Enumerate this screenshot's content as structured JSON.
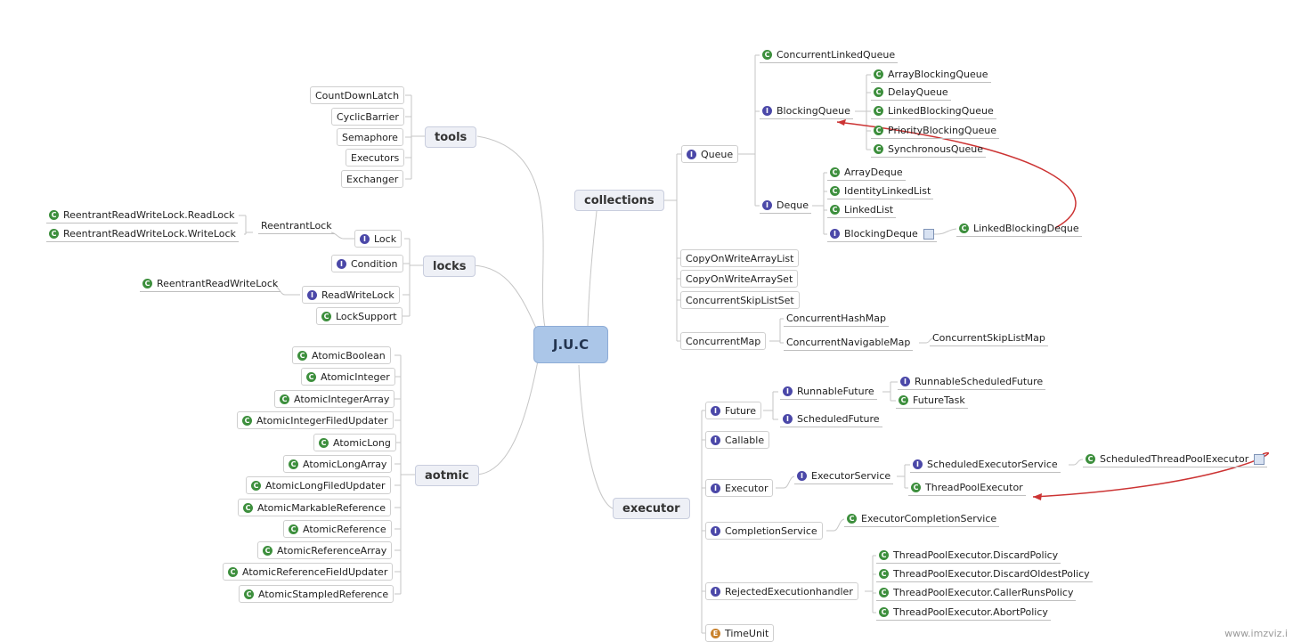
{
  "root": {
    "label": "J.U.C"
  },
  "tools": {
    "label": "tools",
    "items": [
      "CountDownLatch",
      "CyclicBarrier",
      "Semaphore",
      "Executors",
      "Exchanger"
    ]
  },
  "locks": {
    "label": "locks",
    "lock": "Lock",
    "reentrant_lock": "ReentrantLock",
    "read_lock": "ReentrantReadWriteLock.ReadLock",
    "write_lock": "ReentrantReadWriteLock.WriteLock",
    "condition": "Condition",
    "read_write_lock": "ReadWriteLock",
    "reentrant_read_write_lock": "ReentrantReadWriteLock",
    "lock_support": "LockSupport"
  },
  "atomic": {
    "label": "aotmic",
    "items": [
      "AtomicBoolean",
      "AtomicInteger",
      "AtomicIntegerArray",
      "AtomicIntegerFiledUpdater",
      "AtomicLong",
      "AtomicLongArray",
      "AtomicLongFiledUpdater",
      "AtomicMarkableReference",
      "AtomicReference",
      "AtomicReferenceArray",
      "AtomicReferenceFieldUpdater",
      "AtomicStampledReference"
    ]
  },
  "collections": {
    "label": "collections",
    "queue": "Queue",
    "concurrent_linked_queue": "ConcurrentLinkedQueue",
    "blocking_queue": "BlockingQueue",
    "blocking_queue_items": [
      "ArrayBlockingQueue",
      "DelayQueue",
      "LinkedBlockingQueue",
      "PriorityBlockingQueue",
      "SynchronousQueue"
    ],
    "deque": "Deque",
    "deque_items": [
      "ArrayDeque",
      "IdentityLinkedList",
      "LinkedList"
    ],
    "blocking_deque": "BlockingDeque",
    "linked_blocking_deque": "LinkedBlockingDeque",
    "copy_on_write_array_list": "CopyOnWriteArrayList",
    "copy_on_write_array_set": "CopyOnWriteArraySet",
    "concurrent_skip_list_set": "ConcurrentSkipListSet",
    "concurrent_map": "ConcurrentMap",
    "concurrent_hash_map": "ConcurrentHashMap",
    "concurrent_navigable_map": "ConcurrentNavigableMap",
    "concurrent_skip_list_map": "ConcurrentSkipListMap"
  },
  "executor": {
    "label": "executor",
    "future": "Future",
    "runnable_future": "RunnableFuture",
    "runnable_scheduled_future": "RunnableScheduledFuture",
    "future_task": "FutureTask",
    "scheduled_future": "ScheduledFuture",
    "callable": "Callable",
    "executor_node": "Executor",
    "executor_service": "ExecutorService",
    "scheduled_executor_service": "ScheduledExecutorService",
    "scheduled_thread_pool_executor": "ScheduledThreadPoolExecutor",
    "thread_pool_executor": "ThreadPoolExecutor",
    "completion_service": "CompletionService",
    "executor_completion_service": "ExecutorCompletionService",
    "rejected_execution_handler": "RejectedExecutionhandler",
    "policies": [
      "ThreadPoolExecutor.DiscardPolicy",
      "ThreadPoolExecutor.DiscardOldestPolicy",
      "ThreadPoolExecutor.CallerRunsPolicy",
      "ThreadPoolExecutor.AbortPolicy"
    ],
    "time_unit": "TimeUnit"
  },
  "watermark": "www.imzviz.i",
  "colors": {
    "class_icon": "#3d8f3d",
    "interface_icon": "#4b48a8",
    "enum_icon": "#c9822d",
    "root_fill": "#abc6e8",
    "main_fill": "#eef0f6",
    "arrow": "#cc3333"
  },
  "icons": {
    "class": "class-icon",
    "interface": "interface-icon",
    "enum": "enum-icon",
    "note": "note-icon"
  }
}
